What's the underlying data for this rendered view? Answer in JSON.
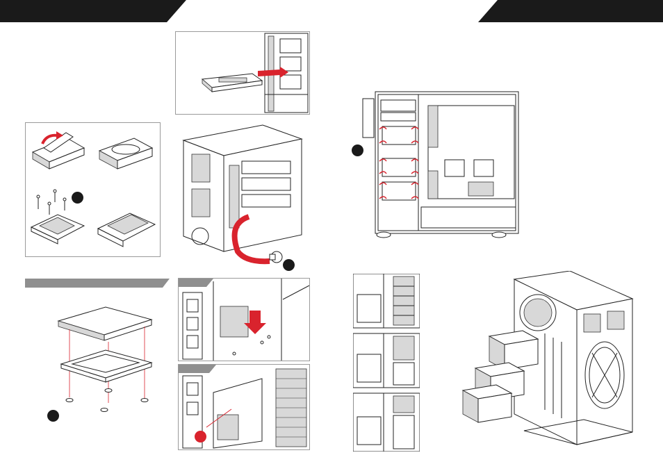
{
  "page": {
    "left_banner_color": "#1a1a1a",
    "right_banner_color": "#1a1a1a",
    "accent_color": "#d9232d",
    "section_bar_color": "#8f8f8f",
    "step_badges": [
      {
        "name": "step-badge-hdd-bracket",
        "color": "#1a1a1a"
      },
      {
        "name": "step-badge-thumbscrew",
        "color": "#1a1a1a"
      },
      {
        "name": "step-badge-ssd-tray",
        "color": "#1a1a1a"
      },
      {
        "name": "step-badge-drive-bay-screws",
        "color": "#1a1a1a"
      },
      {
        "name": "step-badge-ssd-mount",
        "color": "#d9232d"
      }
    ]
  },
  "illustrations": [
    {
      "name": "drive-slide-in-illustration"
    },
    {
      "name": "hdd-bracket-illustration"
    },
    {
      "name": "chassis-thumbscrew-illustration"
    },
    {
      "name": "ssd-tray-illustration"
    },
    {
      "name": "ssd-slide-down-illustration"
    },
    {
      "name": "ssd-mount-illustration"
    },
    {
      "name": "chassis-side-drive-bays-illustration"
    },
    {
      "name": "drive-cage-configurations-illustration"
    },
    {
      "name": "drive-cage-removal-illustration"
    }
  ]
}
